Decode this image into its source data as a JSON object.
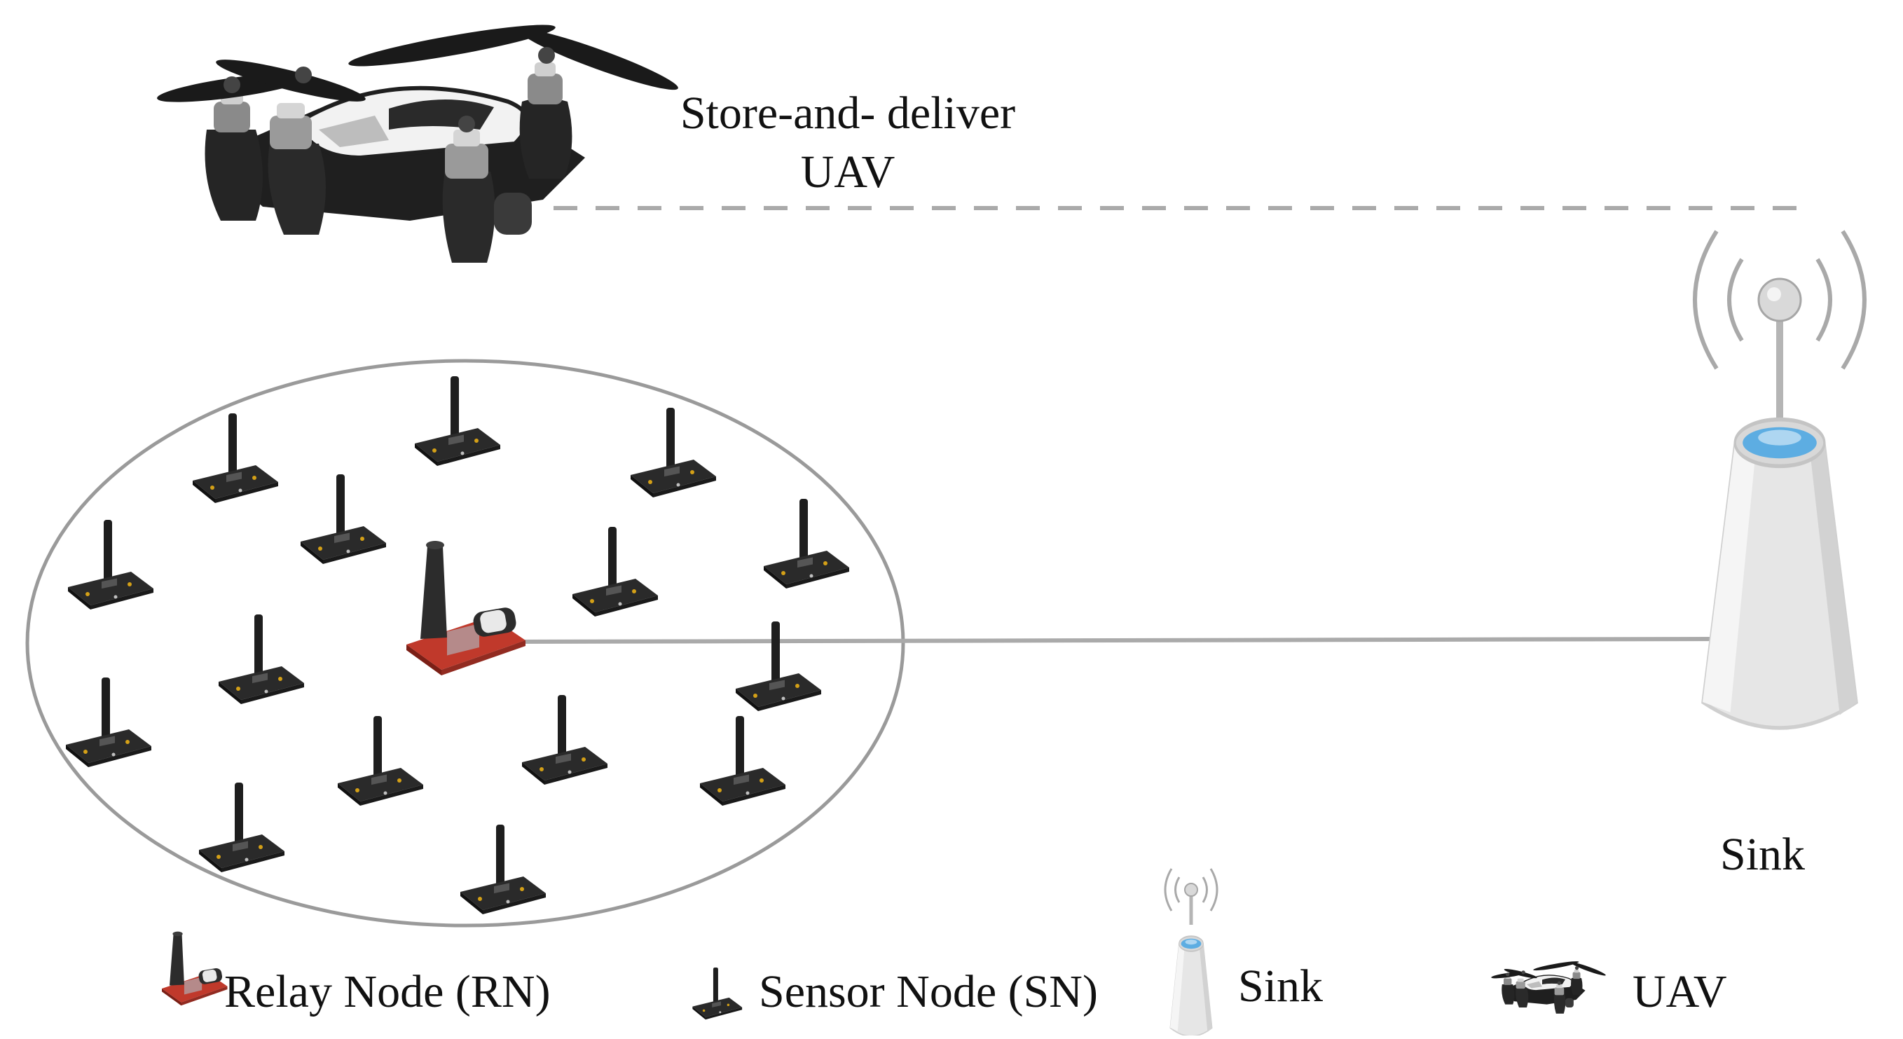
{
  "diagram": {
    "uav_label_line1": "Store-and- deliver",
    "uav_label_line2": "UAV",
    "sink_label": "Sink",
    "legend": {
      "relay_node": "Relay Node (RN)",
      "sensor_node": "Sensor Node (SN)",
      "sink": "Sink",
      "uav": "UAV"
    }
  },
  "icons": {
    "uav": "quadcopter-drone-icon",
    "sink": "sink-tower-icon",
    "sensor_node": "sensor-board-icon",
    "relay_node": "relay-board-icon"
  },
  "colors": {
    "lines": "#aaaaaa",
    "cluster_circle": "#9a9a9a",
    "relay_board": "#c0392b",
    "sensor_board": "#2b2b2b",
    "sink_top": "#5dade2"
  }
}
